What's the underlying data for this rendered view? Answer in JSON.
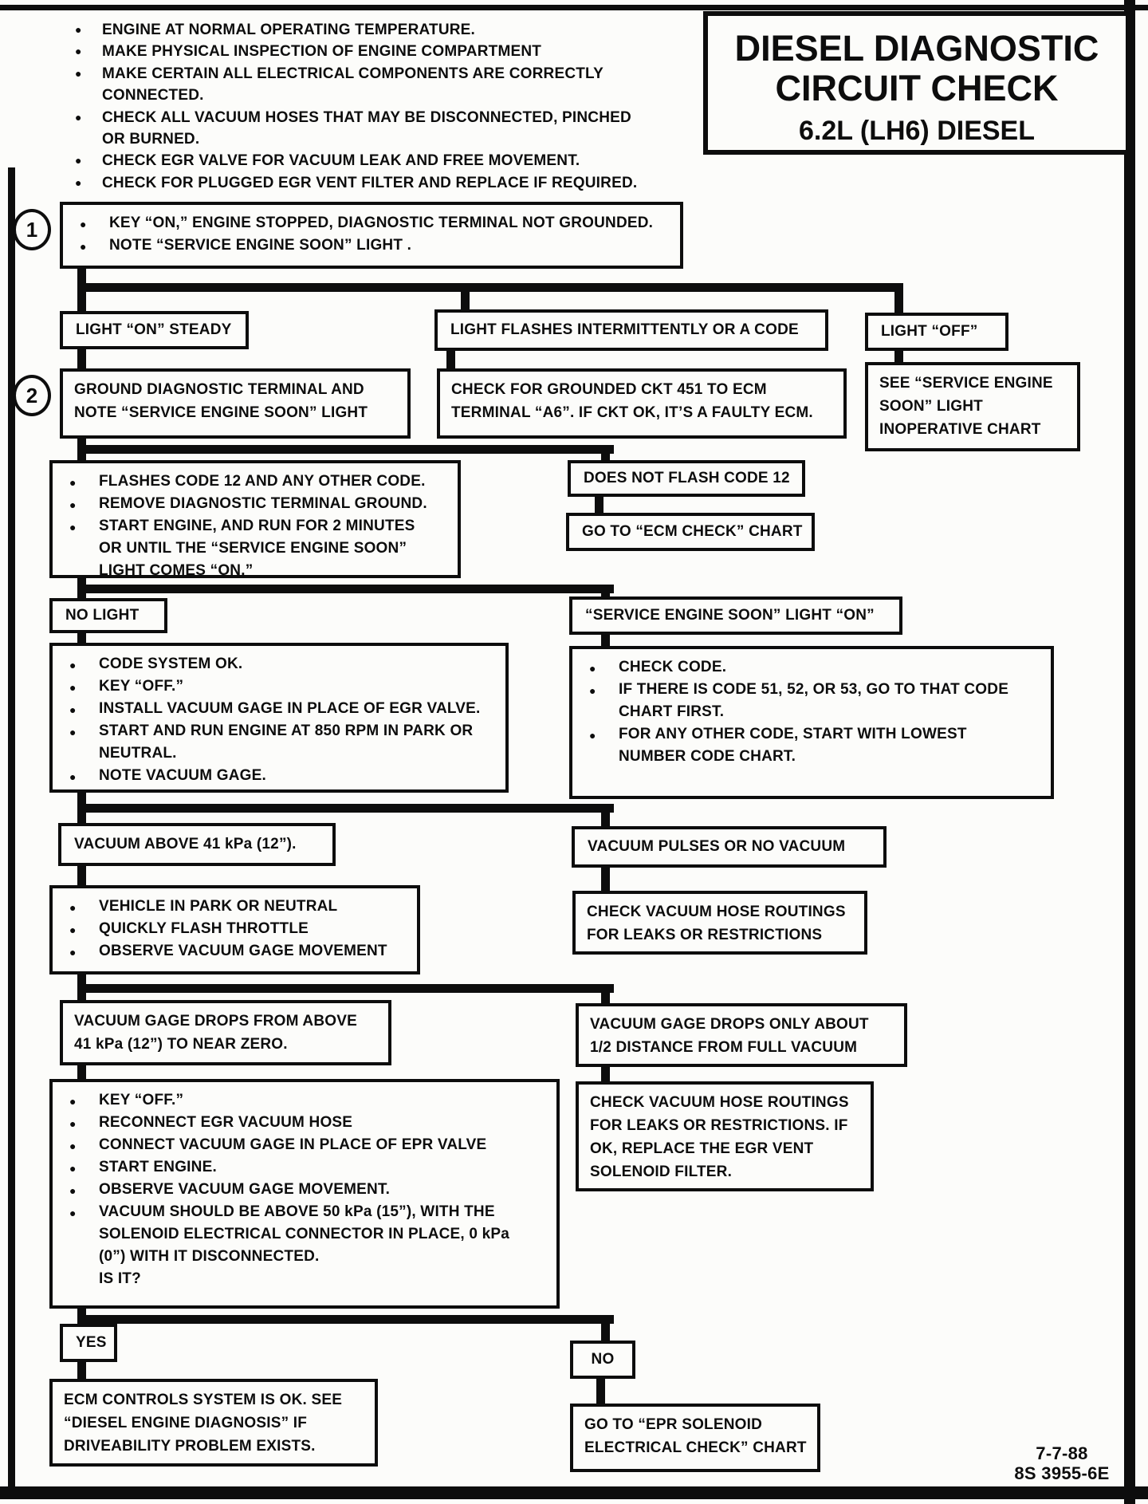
{
  "colors": {
    "ink": "#0d0d0d",
    "paper": "#fcfcfa"
  },
  "header": {
    "title_line1": "DIESEL DIAGNOSTIC",
    "title_line2": "CIRCUIT CHECK",
    "subtitle": "6.2L (LH6) DIESEL"
  },
  "markers": {
    "step1": "1",
    "step2": "2"
  },
  "prelim": {
    "lines": [
      "ENGINE AT NORMAL OPERATING TEMPERATURE.",
      "MAKE PHYSICAL INSPECTION OF ENGINE COMPARTMENT",
      "MAKE CERTAIN ALL ELECTRICAL COMPONENTS ARE CORRECTLY",
      "CONNECTED.",
      "CHECK ALL VACUUM HOSES THAT MAY BE DISCONNECTED, PINCHED",
      "OR BURNED.",
      "CHECK EGR VALVE FOR VACUUM LEAK AND FREE MOVEMENT.",
      "CHECK FOR PLUGGED EGR VENT FILTER AND REPLACE IF REQUIRED."
    ]
  },
  "boxes": {
    "step1": {
      "lines": [
        "KEY “ON,” ENGINE STOPPED, DIAGNOSTIC TERMINAL NOT GROUNDED.",
        "NOTE “SERVICE ENGINE SOON” LIGHT ."
      ]
    },
    "light_on_steady": {
      "label": "LIGHT “ON” STEADY"
    },
    "light_flashes": {
      "label": "LIGHT FLASHES INTERMITTENTLY OR A CODE"
    },
    "light_off": {
      "label": "LIGHT “OFF”"
    },
    "ground_terminal": {
      "lines": [
        "GROUND DIAGNOSTIC TERMINAL AND",
        "NOTE “SERVICE ENGINE SOON” LIGHT"
      ]
    },
    "check_grounded": {
      "lines": [
        "CHECK FOR GROUNDED CKT 451 TO ECM",
        "TERMINAL “A6”.  IF CKT OK, IT’S A FAULTY ECM."
      ]
    },
    "see_inoperative": {
      "lines": [
        "SEE  “SERVICE ENGINE",
        "SOON” LIGHT",
        "INOPERATIVE CHART"
      ]
    },
    "flashes_code12": {
      "lines": [
        "FLASHES CODE 12 AND ANY OTHER CODE.",
        "REMOVE DIAGNOSTIC TERMINAL GROUND.",
        "START ENGINE, AND RUN FOR 2 MINUTES",
        "OR UNTIL THE “SERVICE ENGINE SOON”",
        "LIGHT COMES “ON.”"
      ]
    },
    "does_not_flash": {
      "label": "DOES NOT FLASH CODE 12"
    },
    "goto_ecm": {
      "label": "GO TO “ECM CHECK” CHART"
    },
    "no_light": {
      "label": "NO LIGHT"
    },
    "sesl_on": {
      "label": "“SERVICE ENGINE SOON” LIGHT “ON”"
    },
    "code_system": {
      "lines": [
        "CODE SYSTEM OK.",
        "KEY “OFF.”",
        "INSTALL VACUUM GAGE IN PLACE OF EGR VALVE.",
        "START AND RUN ENGINE AT 850 RPM IN PARK OR",
        "NEUTRAL.",
        "NOTE VACUUM GAGE."
      ]
    },
    "check_code": {
      "lines": [
        "CHECK CODE.",
        "IF THERE IS CODE 51, 52, OR 53, GO TO THAT CODE",
        "CHART FIRST.",
        "FOR ANY OTHER CODE, START WITH LOWEST",
        "NUMBER CODE CHART."
      ]
    },
    "vacuum_above": {
      "label": "VACUUM ABOVE 41 kPa (12”)."
    },
    "vacuum_pulses": {
      "label": "VACUUM PULSES OR NO VACUUM"
    },
    "park_neutral": {
      "lines": [
        "VEHICLE IN PARK OR NEUTRAL",
        "QUICKLY FLASH THROTTLE",
        "OBSERVE VACUUM GAGE MOVEMENT"
      ]
    },
    "check_routings1": {
      "lines": [
        "CHECK VACUUM HOSE ROUTINGS",
        "FOR LEAKS OR RESTRICTIONS"
      ]
    },
    "gage_drops_zero": {
      "lines": [
        "VACUUM GAGE DROPS FROM ABOVE",
        "41 kPa (12”) TO NEAR ZERO."
      ]
    },
    "gage_drops_half": {
      "lines": [
        "VACUUM GAGE DROPS ONLY ABOUT",
        "1/2 DISTANCE FROM FULL VACUUM"
      ]
    },
    "check_routings2": {
      "lines": [
        "CHECK VACUUM HOSE ROUTINGS",
        "FOR LEAKS OR RESTRICTIONS.  IF",
        "OK, REPLACE THE EGR VENT",
        "SOLENOID FILTER."
      ]
    },
    "epr_test": {
      "lines": [
        "KEY “OFF.”",
        "RECONNECT EGR VACUUM HOSE",
        "CONNECT VACUUM GAGE IN PLACE OF EPR  VALVE",
        "START ENGINE.",
        "OBSERVE VACUUM GAGE MOVEMENT.",
        "VACUUM SHOULD BE ABOVE 50 kPa (15”), WITH THE",
        "SOLENOID ELECTRICAL CONNECTOR IN PLACE, 0 kPa",
        "(0”) WITH IT DISCONNECTED.",
        "IS IT?"
      ]
    },
    "yes": {
      "label": "YES"
    },
    "no": {
      "label": "NO"
    },
    "ecm_ok": {
      "lines": [
        "ECM CONTROLS SYSTEM IS OK.  SEE",
        "“DIESEL ENGINE DIAGNOSIS” IF",
        "DRIVEABILITY PROBLEM EXISTS."
      ]
    },
    "goto_epr": {
      "lines": [
        "GO TO “EPR SOLENOID",
        "ELECTRICAL CHECK” CHART"
      ]
    }
  },
  "footer": {
    "date": "7-7-88",
    "code": "8S 3955-6E"
  }
}
